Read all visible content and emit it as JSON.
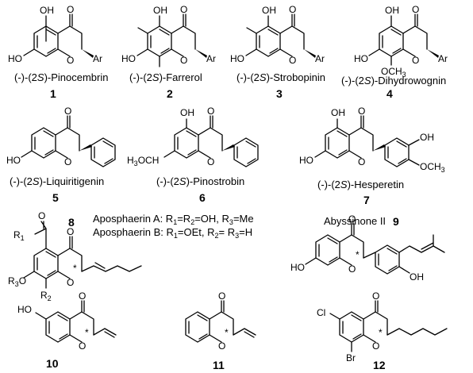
{
  "figure": {
    "background": "#ffffff",
    "ink": "#000000"
  },
  "compounds": [
    {
      "number": "1",
      "prefix": "(-)-(2",
      "S": "S",
      "suffix": ")-Pinocembrin",
      "substituent": "Ar"
    },
    {
      "number": "2",
      "prefix": "(-)-(2",
      "S": "S",
      "suffix": ")-Farrerol",
      "substituent": "Ar"
    },
    {
      "number": "3",
      "prefix": "(-)-(2",
      "S": "S",
      "suffix": ")-Strobopinin",
      "substituent": "Ar"
    },
    {
      "number": "4",
      "prefix": "(-)-(2",
      "S": "S",
      "suffix": ")-Dihydrowognin",
      "substituent": "Ar",
      "extra": "OCH3"
    },
    {
      "number": "5",
      "prefix": "(-)-(2",
      "S": "S",
      "suffix": ")-Liquiritigenin"
    },
    {
      "number": "6",
      "prefix": "(-)-(2",
      "S": "S",
      "suffix": ")-Pinostrobin",
      "extra": "H3CO"
    },
    {
      "number": "7",
      "prefix": "(-)-(2",
      "S": "S",
      "suffix": ")-Hesperetin",
      "extra": "OCH3"
    },
    {
      "number": "8"
    },
    {
      "number": "9",
      "name": "Abyssinone II"
    },
    {
      "number": "10"
    },
    {
      "number": "11"
    },
    {
      "number": "12",
      "halogen1": "Cl",
      "halogen2": "Br"
    }
  ],
  "aposphaerin": {
    "a_label": "Aposphaerin A: ",
    "a_r1": "R",
    "a_r1_sub": "1",
    "a_eq1": "=R",
    "a_r2_sub": "2",
    "a_eq2": "=OH, R",
    "a_r3_sub": "3",
    "a_eq3": "=Me",
    "b_label": "Aposphaerin B: ",
    "b_r1": "R",
    "b_r1_sub": "1",
    "b_eq1": "=OEt, R",
    "b_r2_sub": "2",
    "b_eq2": "= R",
    "b_r3_sub": "3",
    "b_eq3": "=H"
  },
  "atoms": {
    "oh": "OH",
    "ho": "HO",
    "o": "O",
    "ar": "Ar",
    "star": "*",
    "och3": "OCH",
    "h3co": "H",
    "r1": "R",
    "r2": "R",
    "r3o": "R",
    "s1": "1",
    "s2": "2",
    "s3": "3",
    "cl": "Cl",
    "br": "Br"
  }
}
